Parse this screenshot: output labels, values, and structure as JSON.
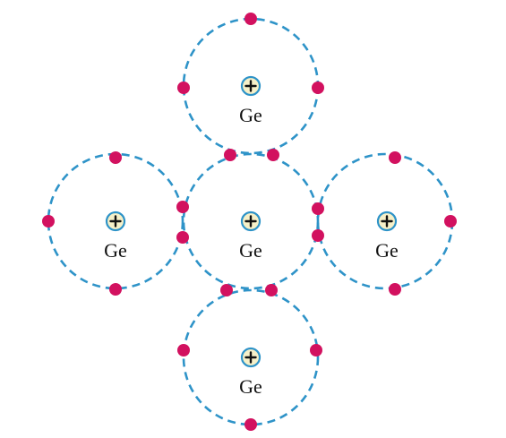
{
  "colors": {
    "orbit": "#2e93c8",
    "electron": "#d2115f",
    "nucleus_fill": "#f6f0c8",
    "nucleus_stroke": "#2e93c8",
    "plus": "#111111",
    "label": "#111111"
  },
  "atoms": [
    {
      "id": "top",
      "symbol": "Ge",
      "nucleus_charge": "+",
      "electrons": 4
    },
    {
      "id": "left",
      "symbol": "Ge",
      "nucleus_charge": "+",
      "electrons": 4
    },
    {
      "id": "center",
      "symbol": "Ge",
      "nucleus_charge": "+",
      "electrons": 4
    },
    {
      "id": "right",
      "symbol": "Ge",
      "nucleus_charge": "+",
      "electrons": 4
    },
    {
      "id": "bottom",
      "symbol": "Ge",
      "nucleus_charge": "+",
      "electrons": 4
    }
  ]
}
